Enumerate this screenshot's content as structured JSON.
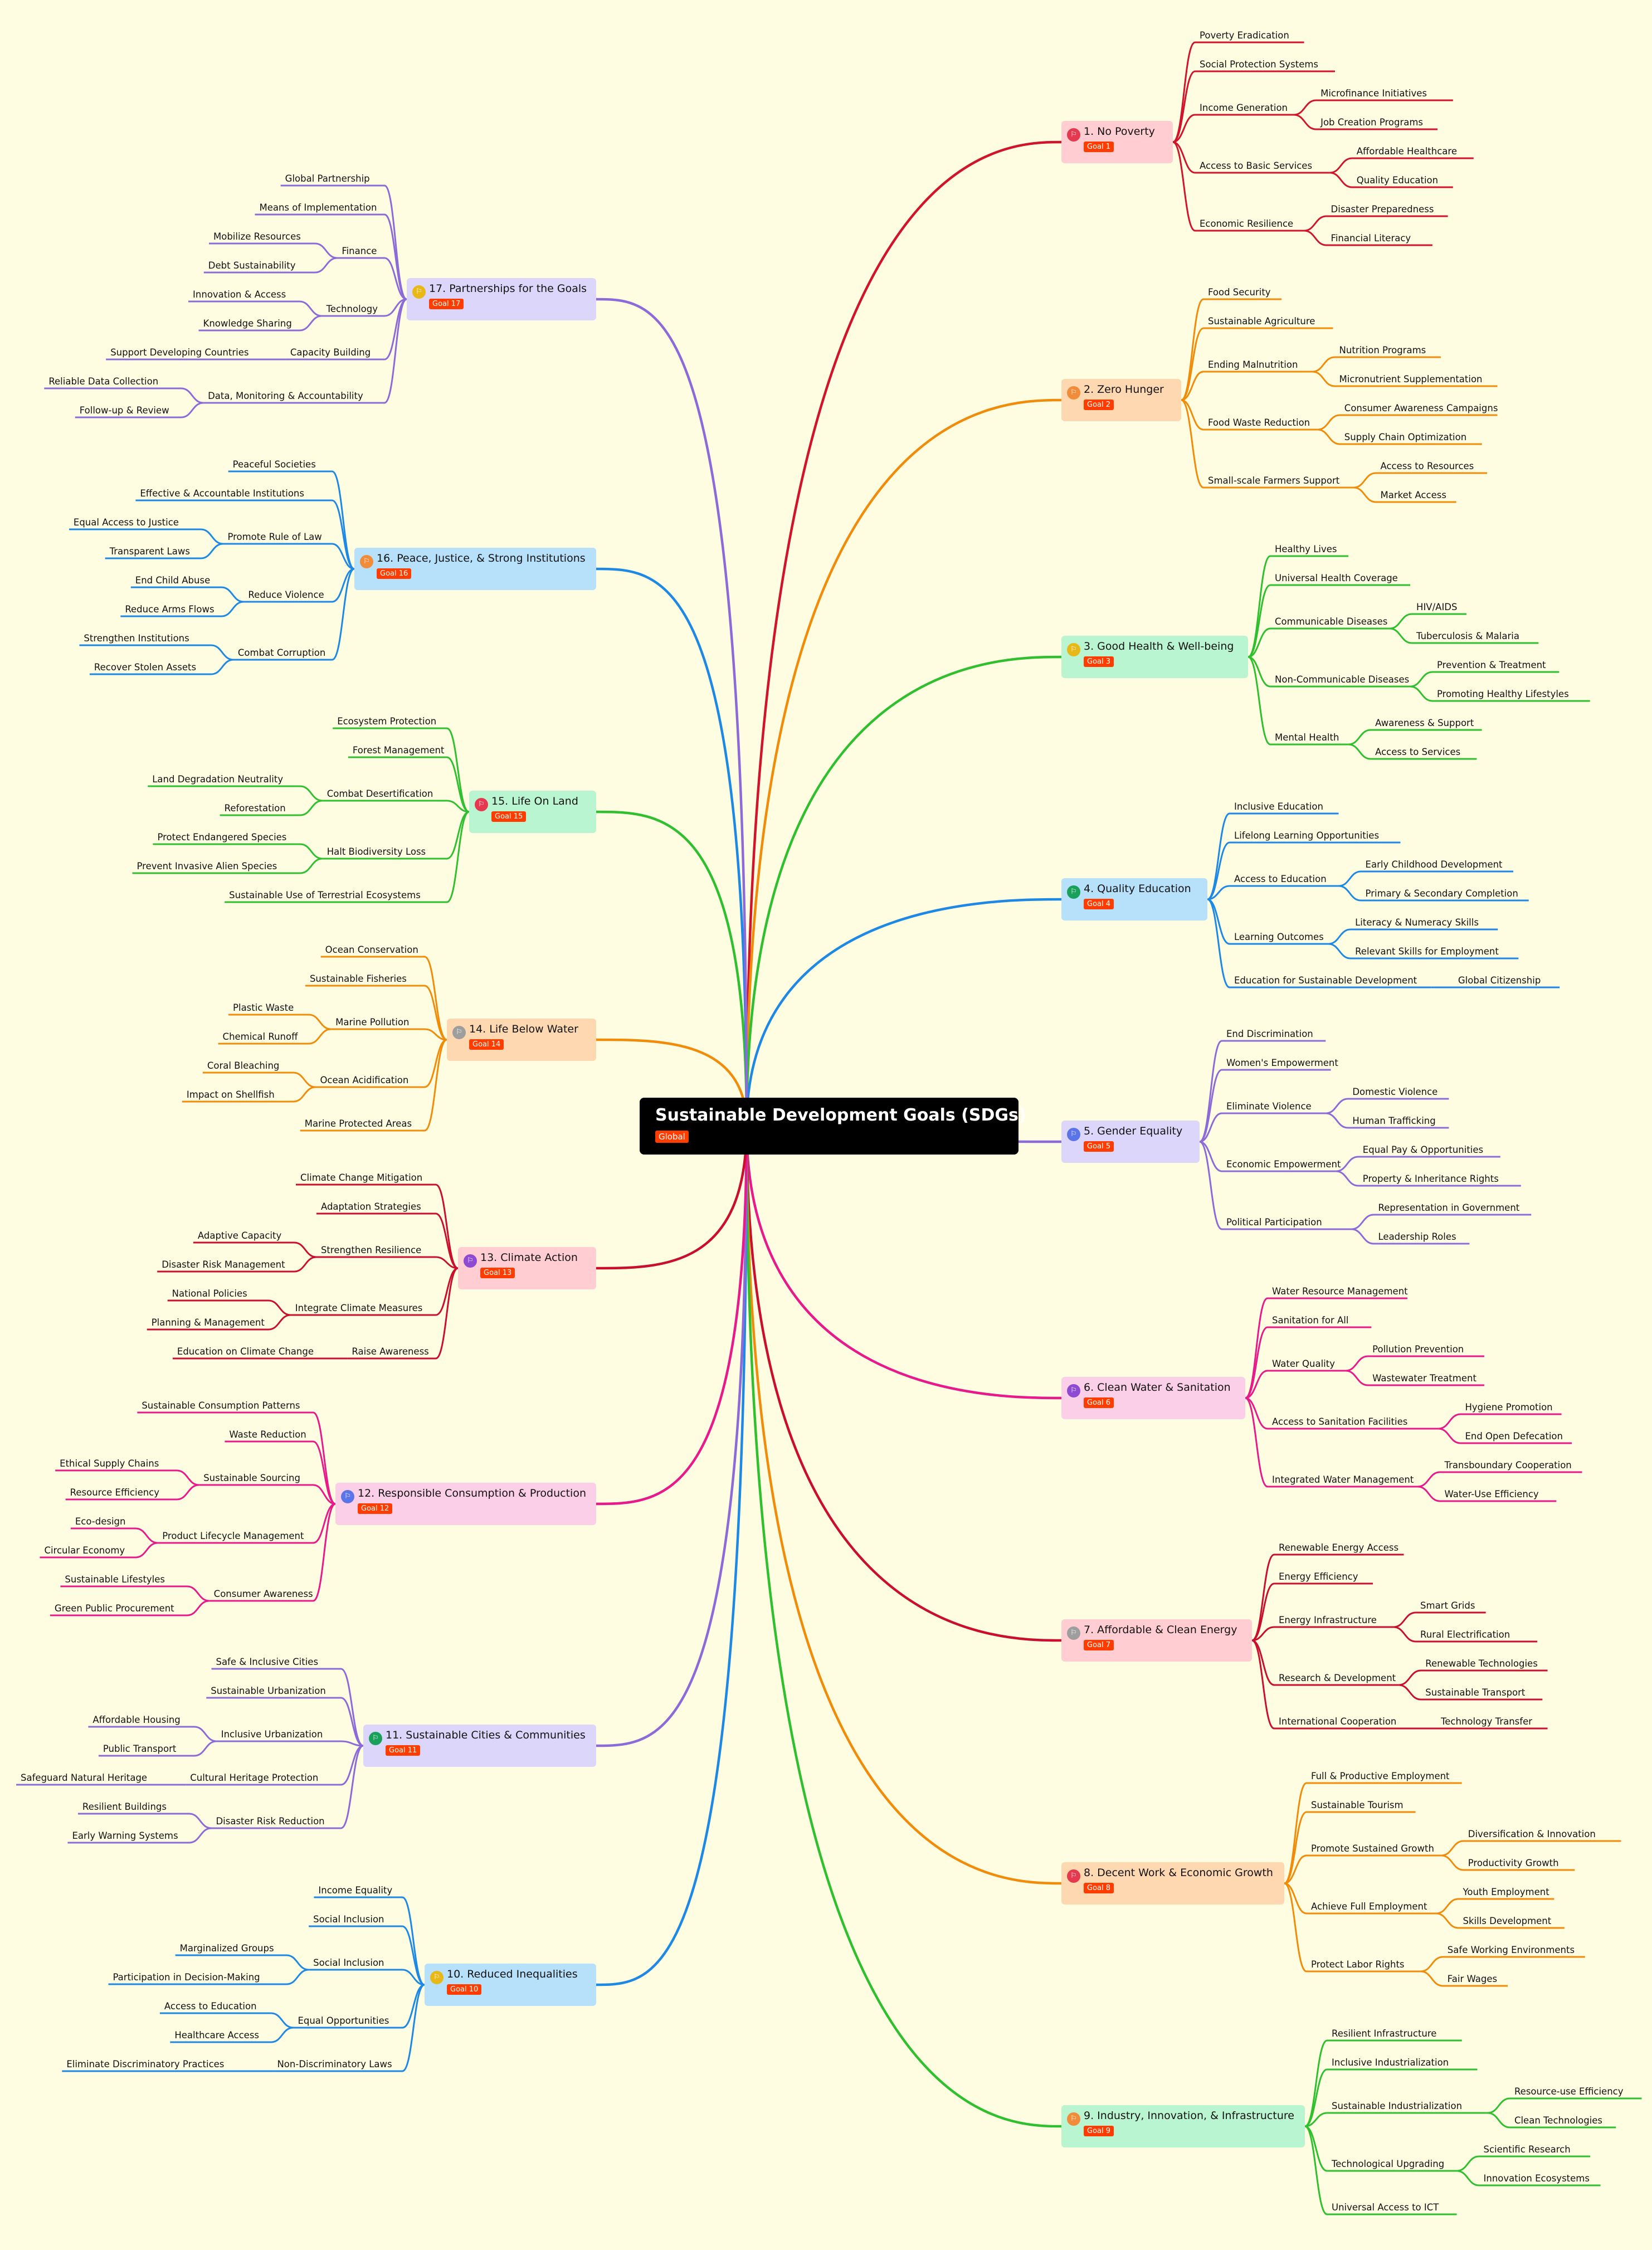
{
  "central": {
    "title": "Sustainable Development Goals (SDGs)",
    "badge": "Global"
  },
  "icon_name": "flag-icon",
  "goals": [
    {
      "title": "1. No Poverty",
      "badge": "Goal 1",
      "color": "#d0142c",
      "bg": "#ffcdd2",
      "icon_color": "#e53950",
      "children": [
        {
          "label": "Poverty Eradication"
        },
        {
          "label": "Social Protection Systems"
        },
        {
          "label": "Income Generation",
          "children": [
            "Microfinance Initiatives",
            "Job Creation Programs"
          ]
        },
        {
          "label": "Access to Basic Services",
          "children": [
            "Affordable Healthcare",
            "Quality Education"
          ]
        },
        {
          "label": "Economic Resilience",
          "children": [
            "Disaster Preparedness",
            "Financial Literacy"
          ]
        }
      ]
    },
    {
      "title": "2. Zero Hunger",
      "badge": "Goal 2",
      "color": "#f08c0a",
      "bg": "#fdd8b0",
      "icon_color": "#f08c3a",
      "children": [
        {
          "label": "Food Security"
        },
        {
          "label": "Sustainable Agriculture"
        },
        {
          "label": "Ending Malnutrition",
          "children": [
            "Nutrition Programs",
            "Micronutrient Supplementation"
          ]
        },
        {
          "label": "Food Waste Reduction",
          "children": [
            "Consumer Awareness Campaigns",
            "Supply Chain Optimization"
          ]
        },
        {
          "label": "Small-scale Farmers Support",
          "children": [
            "Access to Resources",
            "Market Access"
          ]
        }
      ]
    },
    {
      "title": "3. Good Health & Well-being",
      "badge": "Goal 3",
      "color": "#2fbf2f",
      "bg": "#b9f5d0",
      "icon_color": "#e8b818",
      "children": [
        {
          "label": "Healthy Lives"
        },
        {
          "label": "Universal Health Coverage"
        },
        {
          "label": "Communicable Diseases",
          "children": [
            "HIV/AIDS",
            "Tuberculosis & Malaria"
          ]
        },
        {
          "label": "Non-Communicable Diseases",
          "children": [
            "Prevention & Treatment",
            "Promoting Healthy Lifestyles"
          ]
        },
        {
          "label": "Mental Health",
          "children": [
            "Awareness & Support",
            "Access to Services"
          ]
        }
      ]
    },
    {
      "title": "4. Quality Education",
      "badge": "Goal 4",
      "color": "#1e88e5",
      "bg": "#b7e1fb",
      "icon_color": "#19a05a",
      "children": [
        {
          "label": "Inclusive Education"
        },
        {
          "label": "Lifelong Learning Opportunities"
        },
        {
          "label": "Access to Education",
          "children": [
            "Early Childhood Development",
            "Primary & Secondary Completion"
          ]
        },
        {
          "label": "Learning Outcomes",
          "children": [
            "Literacy & Numeracy Skills",
            "Relevant Skills for Employment"
          ]
        },
        {
          "label": "Education for Sustainable Development",
          "children": [
            "Global Citizenship"
          ]
        }
      ]
    },
    {
      "title": "5. Gender Equality",
      "badge": "Goal 5",
      "color": "#8c6ad8",
      "bg": "#ddd6fb",
      "icon_color": "#5b74e8",
      "children": [
        {
          "label": "End Discrimination"
        },
        {
          "label": "Women's Empowerment"
        },
        {
          "label": "Eliminate Violence",
          "children": [
            "Domestic Violence",
            "Human Trafficking"
          ]
        },
        {
          "label": "Economic Empowerment",
          "children": [
            "Equal Pay & Opportunities",
            "Property & Inheritance Rights"
          ]
        },
        {
          "label": "Political Participation",
          "children": [
            "Representation in Government",
            "Leadership Roles"
          ]
        }
      ]
    },
    {
      "title": "6. Clean Water & Sanitation",
      "badge": "Goal 6",
      "color": "#e8198a",
      "bg": "#fccfe8",
      "icon_color": "#8e4ad0",
      "children": [
        {
          "label": "Water Resource Management"
        },
        {
          "label": "Sanitation for All"
        },
        {
          "label": "Water Quality",
          "children": [
            "Pollution Prevention",
            "Wastewater Treatment"
          ]
        },
        {
          "label": "Access to Sanitation Facilities",
          "children": [
            "Hygiene Promotion",
            "End Open Defecation"
          ]
        },
        {
          "label": "Integrated Water Management",
          "children": [
            "Transboundary Cooperation",
            "Water-Use Efficiency"
          ]
        }
      ]
    },
    {
      "title": "7. Affordable & Clean Energy",
      "badge": "Goal 7",
      "color": "#c8102e",
      "bg": "#ffcdd2",
      "icon_color": "#9e9e9e",
      "children": [
        {
          "label": "Renewable Energy Access"
        },
        {
          "label": "Energy Efficiency"
        },
        {
          "label": "Energy Infrastructure",
          "children": [
            "Smart Grids",
            "Rural Electrification"
          ]
        },
        {
          "label": "Research & Development",
          "children": [
            "Renewable Technologies",
            "Sustainable Transport"
          ]
        },
        {
          "label": "International Cooperation",
          "children": [
            "Technology Transfer"
          ]
        }
      ]
    },
    {
      "title": "8. Decent Work & Economic Growth",
      "badge": "Goal 8",
      "color": "#f08c0a",
      "bg": "#fdd8b0",
      "icon_color": "#e53950",
      "children": [
        {
          "label": "Full & Productive Employment"
        },
        {
          "label": "Sustainable Tourism"
        },
        {
          "label": "Promote Sustained Growth",
          "children": [
            "Diversification & Innovation",
            "Productivity Growth"
          ]
        },
        {
          "label": "Achieve Full Employment",
          "children": [
            "Youth Employment",
            "Skills Development"
          ]
        },
        {
          "label": "Protect Labor Rights",
          "children": [
            "Safe Working Environments",
            "Fair Wages"
          ]
        }
      ]
    },
    {
      "title": "9. Industry, Innovation, & Infrastructure",
      "badge": "Goal 9",
      "color": "#2fbf2f",
      "bg": "#b9f5d0",
      "icon_color": "#f08c3a",
      "children": [
        {
          "label": "Resilient Infrastructure"
        },
        {
          "label": "Inclusive Industrialization"
        },
        {
          "label": "Sustainable Industrialization",
          "children": [
            "Resource-use Efficiency",
            "Clean Technologies"
          ]
        },
        {
          "label": "Technological Upgrading",
          "children": [
            "Scientific Research",
            "Innovation Ecosystems"
          ]
        },
        {
          "label": "Universal Access to ICT"
        }
      ]
    },
    {
      "title": "10. Reduced Inequalities",
      "badge": "Goal 10",
      "color": "#1e88e5",
      "bg": "#b7e1fb",
      "icon_color": "#e8b818",
      "children": [
        {
          "label": "Income Equality"
        },
        {
          "label": "Social Inclusion"
        },
        {
          "label": "Social Inclusion",
          "children": [
            "Marginalized Groups",
            "Participation in Decision-Making"
          ]
        },
        {
          "label": "Equal Opportunities",
          "children": [
            "Access to Education",
            "Healthcare Access"
          ]
        },
        {
          "label": "Non-Discriminatory Laws",
          "children": [
            "Eliminate Discriminatory Practices"
          ]
        }
      ]
    },
    {
      "title": "11. Sustainable Cities & Communities",
      "badge": "Goal 11",
      "color": "#8c6ad8",
      "bg": "#ddd6fb",
      "icon_color": "#19a05a",
      "children": [
        {
          "label": "Safe & Inclusive Cities"
        },
        {
          "label": "Sustainable Urbanization"
        },
        {
          "label": "Inclusive Urbanization",
          "children": [
            "Affordable Housing",
            "Public Transport"
          ]
        },
        {
          "label": "Cultural Heritage Protection",
          "children": [
            "Safeguard Natural Heritage"
          ]
        },
        {
          "label": "Disaster Risk Reduction",
          "children": [
            "Resilient Buildings",
            "Early Warning Systems"
          ]
        }
      ]
    },
    {
      "title": "12. Responsible Consumption & Production",
      "badge": "Goal 12",
      "color": "#e8198a",
      "bg": "#fccfe8",
      "icon_color": "#5b74e8",
      "children": [
        {
          "label": "Sustainable Consumption Patterns"
        },
        {
          "label": "Waste Reduction"
        },
        {
          "label": "Sustainable Sourcing",
          "children": [
            "Ethical Supply Chains",
            "Resource Efficiency"
          ]
        },
        {
          "label": "Product Lifecycle Management",
          "children": [
            "Eco-design",
            "Circular Economy"
          ]
        },
        {
          "label": "Consumer Awareness",
          "children": [
            "Sustainable Lifestyles",
            "Green Public Procurement"
          ]
        }
      ]
    },
    {
      "title": "13. Climate Action",
      "badge": "Goal 13",
      "color": "#c8102e",
      "bg": "#ffcdd2",
      "icon_color": "#8e4ad0",
      "children": [
        {
          "label": "Climate Change Mitigation"
        },
        {
          "label": "Adaptation Strategies"
        },
        {
          "label": "Strengthen Resilience",
          "children": [
            "Adaptive Capacity",
            "Disaster Risk Management"
          ]
        },
        {
          "label": "Integrate Climate Measures",
          "children": [
            "National Policies",
            "Planning & Management"
          ]
        },
        {
          "label": "Raise Awareness",
          "children": [
            "Education on Climate Change"
          ]
        }
      ]
    },
    {
      "title": "14. Life Below Water",
      "badge": "Goal 14",
      "color": "#f08c0a",
      "bg": "#fdd8b0",
      "icon_color": "#9e9e9e",
      "children": [
        {
          "label": "Ocean Conservation"
        },
        {
          "label": "Sustainable Fisheries"
        },
        {
          "label": "Marine Pollution",
          "children": [
            "Plastic Waste",
            "Chemical Runoff"
          ]
        },
        {
          "label": "Ocean Acidification",
          "children": [
            "Coral Bleaching",
            "Impact on Shellfish"
          ]
        },
        {
          "label": "Marine Protected Areas"
        }
      ]
    },
    {
      "title": "15. Life On Land",
      "badge": "Goal 15",
      "color": "#2fbf2f",
      "bg": "#b9f5d0",
      "icon_color": "#e53950",
      "children": [
        {
          "label": "Ecosystem Protection"
        },
        {
          "label": "Forest Management"
        },
        {
          "label": "Combat Desertification",
          "children": [
            "Land Degradation Neutrality",
            "Reforestation"
          ]
        },
        {
          "label": "Halt Biodiversity Loss",
          "children": [
            "Protect Endangered Species",
            "Prevent Invasive Alien Species"
          ]
        },
        {
          "label": "Sustainable Use of Terrestrial Ecosystems"
        }
      ]
    },
    {
      "title": "16. Peace, Justice, & Strong Institutions",
      "badge": "Goal 16",
      "color": "#1e88e5",
      "bg": "#b7e1fb",
      "icon_color": "#f08c3a",
      "children": [
        {
          "label": "Peaceful Societies"
        },
        {
          "label": "Effective & Accountable Institutions"
        },
        {
          "label": "Promote Rule of Law",
          "children": [
            "Equal Access to Justice",
            "Transparent Laws"
          ]
        },
        {
          "label": "Reduce Violence",
          "children": [
            "End Child Abuse",
            "Reduce Arms Flows"
          ]
        },
        {
          "label": "Combat Corruption",
          "children": [
            "Strengthen Institutions",
            "Recover Stolen Assets"
          ]
        }
      ]
    },
    {
      "title": "17. Partnerships for the Goals",
      "badge": "Goal 17",
      "color": "#8c6ad8",
      "bg": "#ddd6fb",
      "icon_color": "#e8b818",
      "children": [
        {
          "label": "Global Partnership"
        },
        {
          "label": "Means of Implementation"
        },
        {
          "label": "Finance",
          "children": [
            "Mobilize Resources",
            "Debt Sustainability"
          ]
        },
        {
          "label": "Technology",
          "children": [
            "Innovation & Access",
            "Knowledge Sharing"
          ]
        },
        {
          "label": "Capacity Building",
          "children": [
            "Support Developing Countries"
          ]
        },
        {
          "label": "Data, Monitoring & Accountability",
          "children": [
            "Reliable Data Collection",
            "Follow-up & Review"
          ]
        }
      ]
    }
  ]
}
